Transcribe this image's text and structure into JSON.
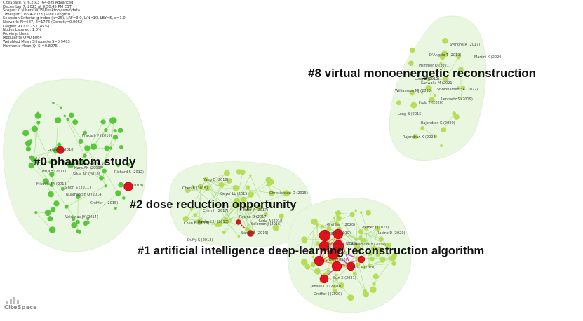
{
  "info_lines": [
    "CiteSpace, v. 6.2.R3 (64-bit) Advanced",
    "December 7, 2023 at 9:50:45 PM CST",
    "Scopus: C:\\Users\\WOS\\Desktop\\ssme\\data",
    "Timespan: 1994-2023 (Slice Length=1)",
    "Selection Criteria: g-index (k=25), LRF=3.0, L/N=10, LBY=5, e=1.0",
    "Network: N=687, E=1776 (Density=0.0062)",
    "Largest 9 CCs: 253 (45%)",
    "Nodes Labeled: 1.0%",
    "Pruning: None",
    "Modularity Q=0.8064",
    "Weighted Mean Silhouette S=0.9403",
    "Harmonic Mean(Q, S)=0.8275"
  ],
  "logo_text": "CiteSpace",
  "clusters": [
    {
      "id": "#0 phantom study",
      "label": "#0 phantom study"
    },
    {
      "id": "#2 dose reduction opportunity",
      "label": "#2 dose reduction opportunity"
    },
    {
      "id": "#1 artificial intelligence deep-learning reconstruction algorithm",
      "label": "#1 artificial intelligence deep-learning reconstruction algorithm"
    },
    {
      "id": "#8 virtual monoenergetic reconstruction",
      "label": "#8 virtual monoenergetic reconstruction"
    }
  ],
  "node_labels": {
    "c0": [
      "Prakash P (2010)",
      "Leipsic J (2010)",
      "Winklehner A (2011)",
      "Hu XH (2011)",
      "Hara AK (2009)",
      "Silva AC (2010)",
      "Richard S (2012)",
      "Yu L (2013)",
      "Mieville FA (2012)",
      "Singh S (2011)",
      "Nuamaatsn O (2014)",
      "Greffier J (2015)",
      "Vaishnav JY (2014)"
    ],
    "c2": [
      "Yang Q (2018)",
      "Chen B (2015)",
      "Geyer LL (2015)",
      "Christianson O (2015)",
      "Euler A (2017)",
      "Chen H (2017)",
      "Racine D (2017)",
      "Solomon J (2016)",
      "Chen B (2013)",
      "Baxter HH (2013)",
      "Leda A (2018)",
      "Samei E (2019)",
      "Duffy S (2013)"
    ],
    "c1": [
      "Greffier J (2020)",
      "Akagi M (2019)",
      "Greffier J (2021)",
      "Racine D (2020)",
      "Solomon J (2020)",
      "Nakamura Y (2019)",
      "Benz DC (2020)",
      "Hata A (2020)",
      "Sun X (2021)",
      "Jensen CT (2020)",
      "Greffier J (2020)"
    ],
    "c8": [
      "Symons R (2017)",
      "D'Angelo T (2019)",
      "Martini K (2020)",
      "Primmer D (2021)",
      "Long S (2016)",
      "Sanwalla M (2021)",
      "Williamson MJ (2016)",
      "St-Mohamed SA (2022)",
      "Frolo T (2020)",
      "Lennartz S (2019)",
      "Long B (2015)",
      "Rajendran K (2020)",
      "Rajendran K (2022)"
    ]
  },
  "colors": {
    "hull": "#eaf7e0",
    "node_green": "#58c73d",
    "node_lime": "#b5dd55",
    "node_red": "#e3111b",
    "edge": "#a9dc86",
    "burst_magenta": "#d63fd0",
    "burst_orange": "#f2991e"
  }
}
